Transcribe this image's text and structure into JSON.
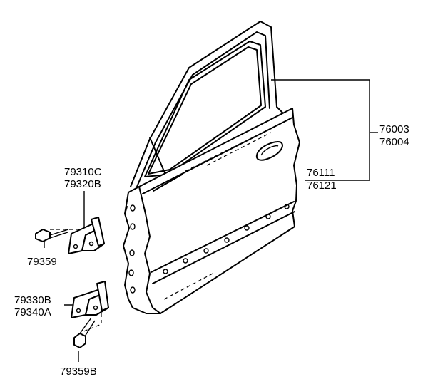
{
  "labels": {
    "door_assembly": [
      "76003",
      "76004"
    ],
    "door_panel": [
      "76111",
      "76121"
    ],
    "upper_hinge": [
      "79310C",
      "79320B"
    ],
    "upper_bolt": "79359",
    "lower_hinge": [
      "79330B",
      "79340A"
    ],
    "lower_bolt": "79359B"
  }
}
